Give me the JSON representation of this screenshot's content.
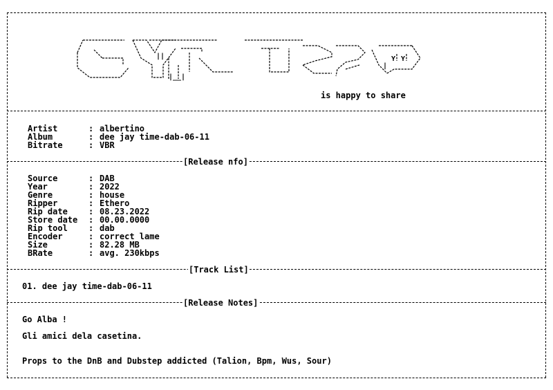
{
  "header": {
    "logo_text": "GYT Team",
    "tagline": "is happy to share"
  },
  "summary": [
    {
      "label": "Artist",
      "value": "albertino"
    },
    {
      "label": "Album",
      "value": "dee jay time-dab-06-11"
    },
    {
      "label": "Bitrate",
      "value": "VBR"
    }
  ],
  "sections": {
    "release_info": "[Release nfo]",
    "track_list": "[Track List]",
    "release_notes": "[Release Notes]"
  },
  "release_info": [
    {
      "label": "Source",
      "value": "DAB"
    },
    {
      "label": "Year",
      "value": "2022"
    },
    {
      "label": "Genre",
      "value": "house"
    },
    {
      "label": "Ripper",
      "value": "Ethero"
    },
    {
      "label": "Rip date",
      "value": "08.23.2022"
    },
    {
      "label": "Store date",
      "value": "00.00.0000"
    },
    {
      "label": "Rip tool",
      "value": "dab"
    },
    {
      "label": "Encoder",
      "value": "correct lame"
    },
    {
      "label": "Size",
      "value": "82.28 MB"
    },
    {
      "label": "BRate",
      "value": "avg. 230kbps"
    }
  ],
  "tracks": [
    "01. dee jay time-dab-06-11"
  ],
  "notes": {
    "line1": "Go Alba !",
    "line2": "Gli amici dela casetina.",
    "line3": "Props to the DnB and Dubstep addicted (Talion, Bpm, Wus, Sour)"
  }
}
